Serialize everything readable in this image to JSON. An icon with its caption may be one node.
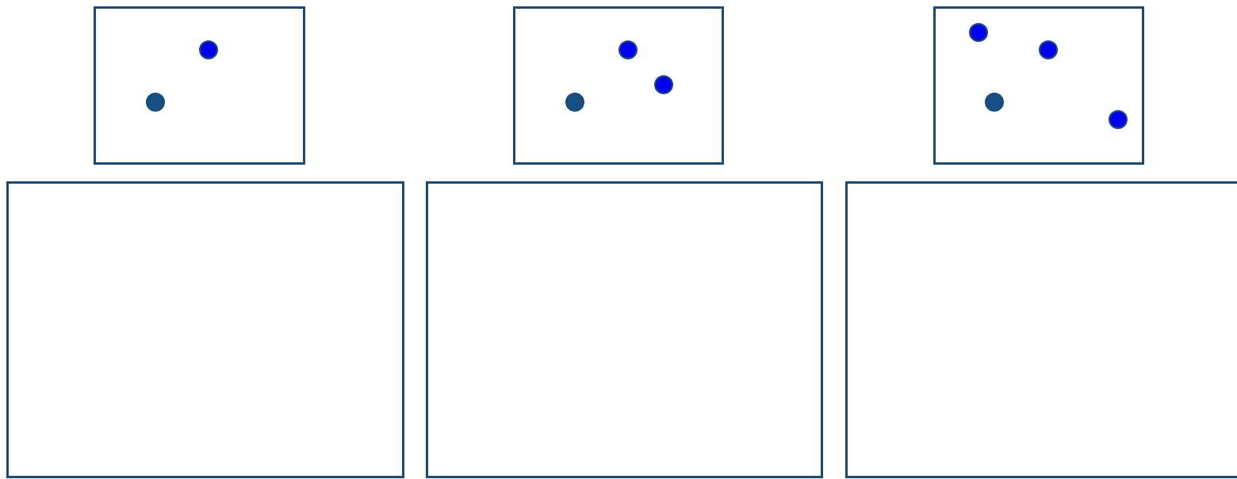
{
  "diagram": {
    "nodes": [
      {
        "text": [],
        "shape": "box"
      },
      {
        "text": [],
        "shape": "circle",
        "in": 0
      },
      {
        "text": [],
        "shape": "circle",
        "in": 0
      },
      {
        "text": [],
        "shape": "box"
      },
      {
        "text": [],
        "shape": "circle",
        "in": 3
      },
      {
        "text": [],
        "shape": "circle",
        "in": 3
      },
      {
        "text": [],
        "shape": "circle",
        "in": 3
      },
      {
        "text": [],
        "shape": "box"
      },
      {
        "text": [],
        "shape": "circle",
        "in": 7
      },
      {
        "text": [],
        "shape": "circle",
        "in": 7
      },
      {
        "text": [],
        "shape": "circle",
        "in": 7
      },
      {
        "text": [],
        "shape": "circle",
        "in": 7
      },
      {
        "text": [],
        "shape": "box"
      },
      {
        "text": [],
        "shape": "box"
      },
      {
        "text": [],
        "shape": "box"
      }
    ]
  }
}
